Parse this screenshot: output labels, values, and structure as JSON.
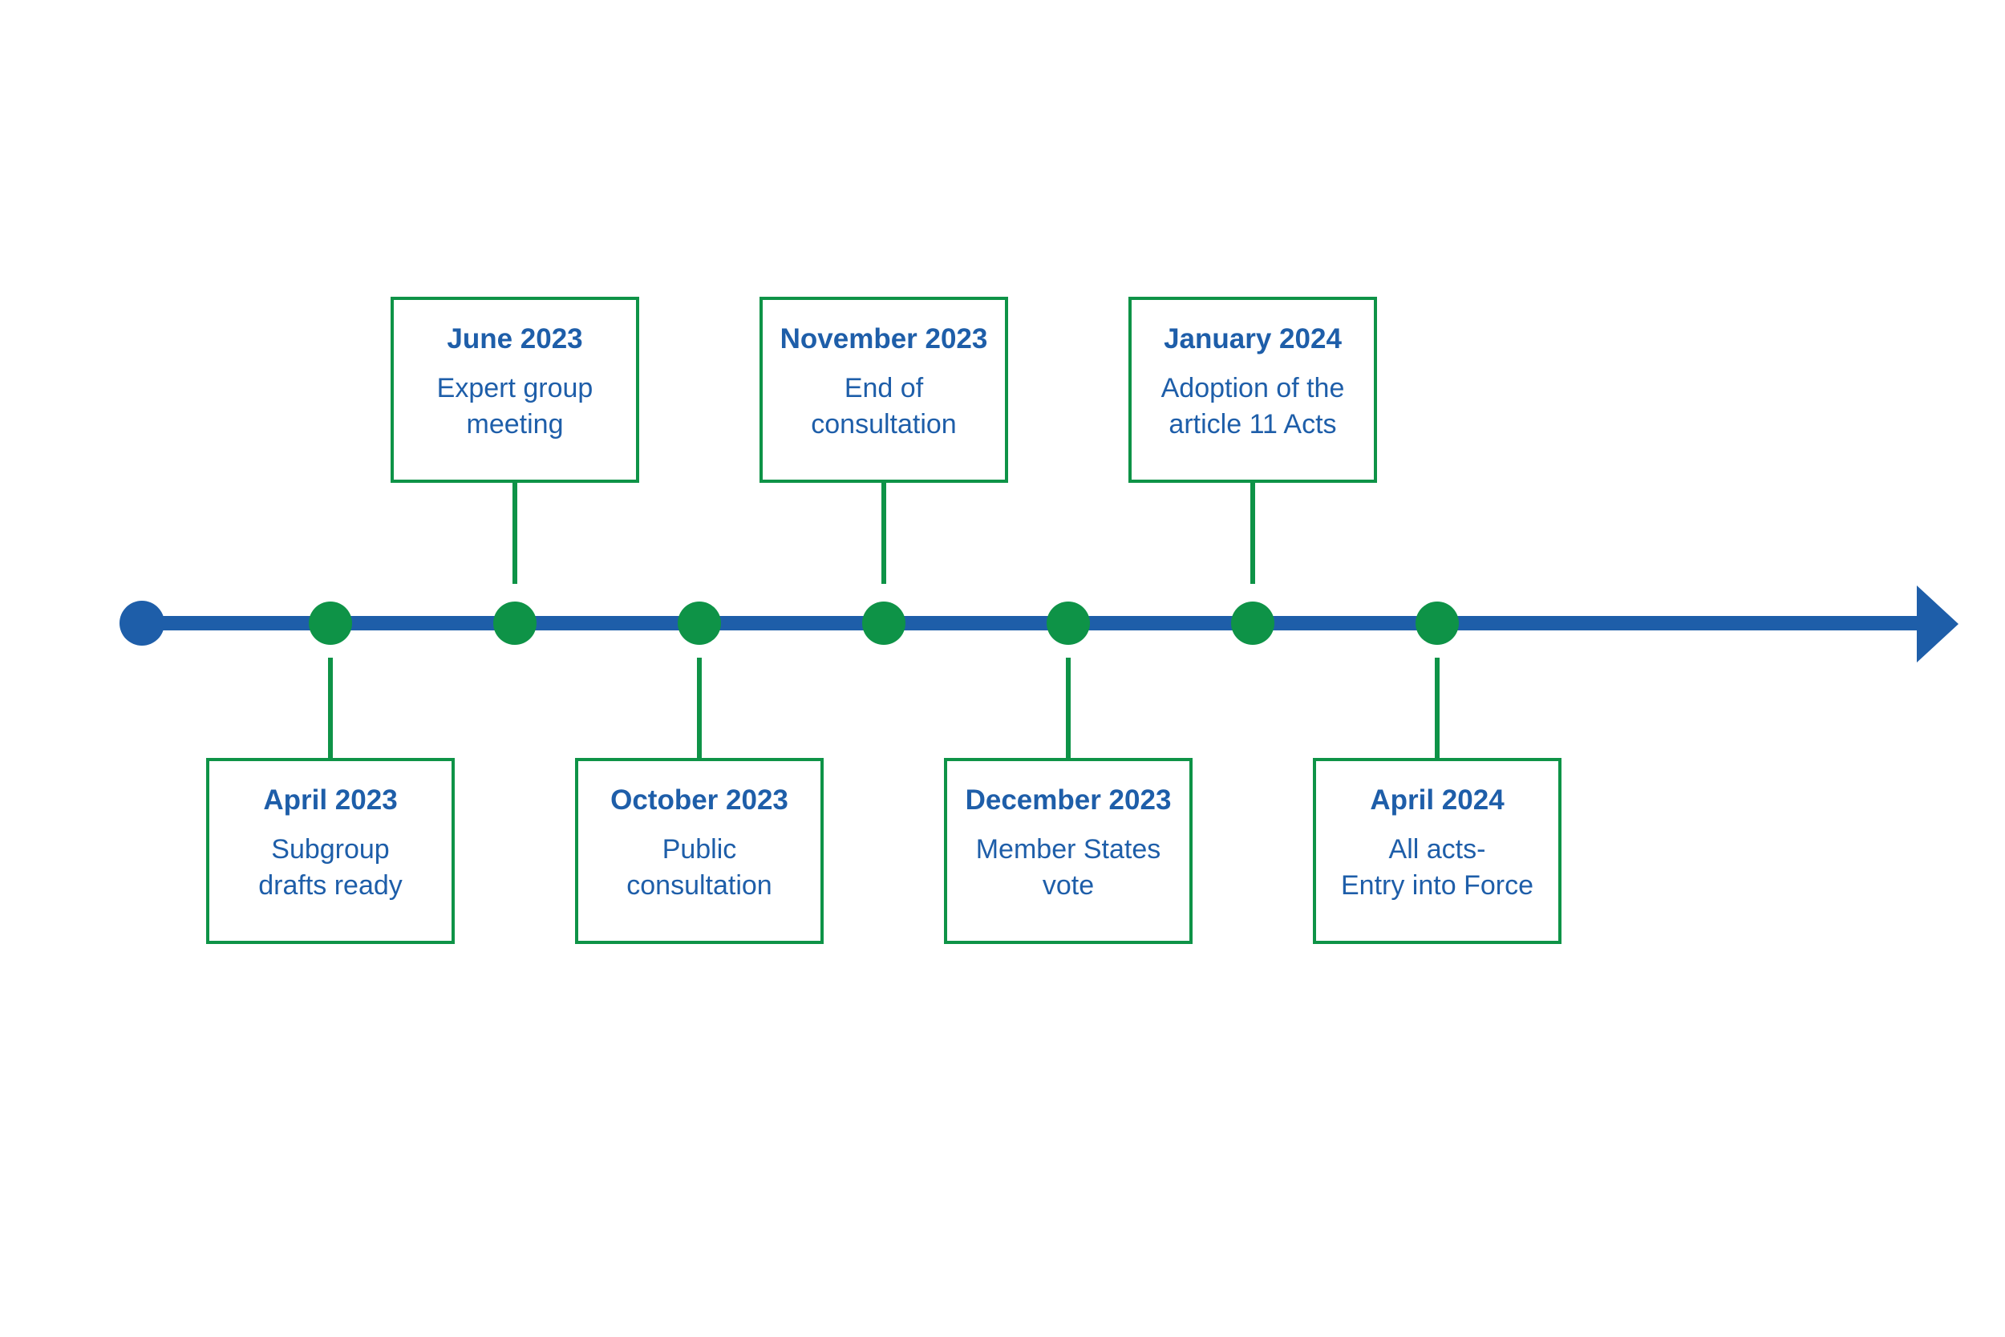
{
  "colors": {
    "blue": "#1E5EA9",
    "green": "#0E9347",
    "background": "#FFFFFF"
  },
  "timeline": {
    "direction": "left-to-right",
    "events": [
      {
        "date": "April 2023",
        "lines": [
          "Subgroup",
          "drafts ready"
        ],
        "side": "below"
      },
      {
        "date": "June 2023",
        "lines": [
          "Expert group",
          "meeting"
        ],
        "side": "above"
      },
      {
        "date": "October 2023",
        "lines": [
          "Public",
          "consultation"
        ],
        "side": "below"
      },
      {
        "date": "November 2023",
        "lines": [
          "End of",
          "consultation"
        ],
        "side": "above"
      },
      {
        "date": "December 2023",
        "lines": [
          "Member States",
          "vote"
        ],
        "side": "below"
      },
      {
        "date": "January 2024",
        "lines": [
          "Adoption of the",
          "article 11 Acts"
        ],
        "side": "above"
      },
      {
        "date": "April 2024",
        "lines": [
          "All acts-",
          "Entry into Force"
        ],
        "side": "below"
      }
    ]
  }
}
